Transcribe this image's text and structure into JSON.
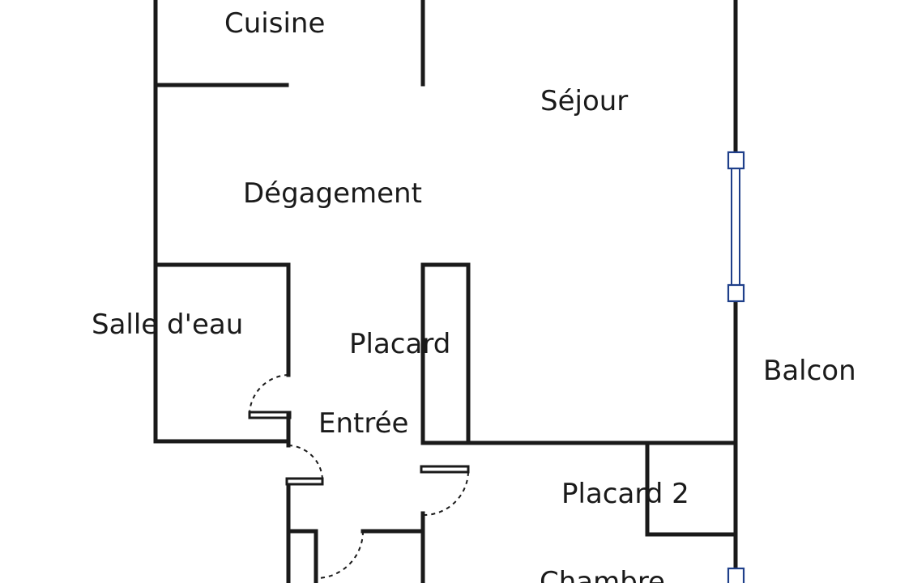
{
  "rooms": {
    "cuisine": "Cuisine",
    "sejour": "Séjour",
    "degagement": "Dégagement",
    "salle_deau": "Salle d'eau",
    "placard": "Placard",
    "entree": "Entrée",
    "balcon": "Balcon",
    "placard2": "Placard 2",
    "chambre": "Chambre"
  },
  "colors": {
    "wall": "#1a1a1a",
    "window": "#1f3f8a",
    "background": "#ffffff"
  }
}
